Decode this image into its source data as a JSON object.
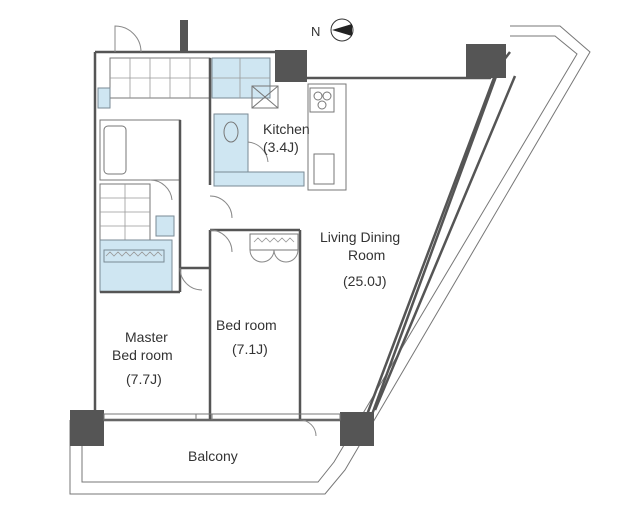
{
  "compass": {
    "label": "N"
  },
  "rooms": {
    "kitchen": {
      "name": "Kitchen",
      "size": "(3.4J)"
    },
    "living": {
      "name_line1": "Living Dining",
      "name_line2": "Room",
      "size": "(25.0J)"
    },
    "bedroom": {
      "name": "Bed room",
      "size": "(7.1J)"
    },
    "master": {
      "name_line1": "Master",
      "name_line2": "Bed room",
      "size": "(7.7J)"
    },
    "balcony": {
      "name": "Balcony"
    }
  },
  "colors": {
    "wall": "#555555",
    "wet_area": "#cfe6f2",
    "line": "#888888"
  }
}
